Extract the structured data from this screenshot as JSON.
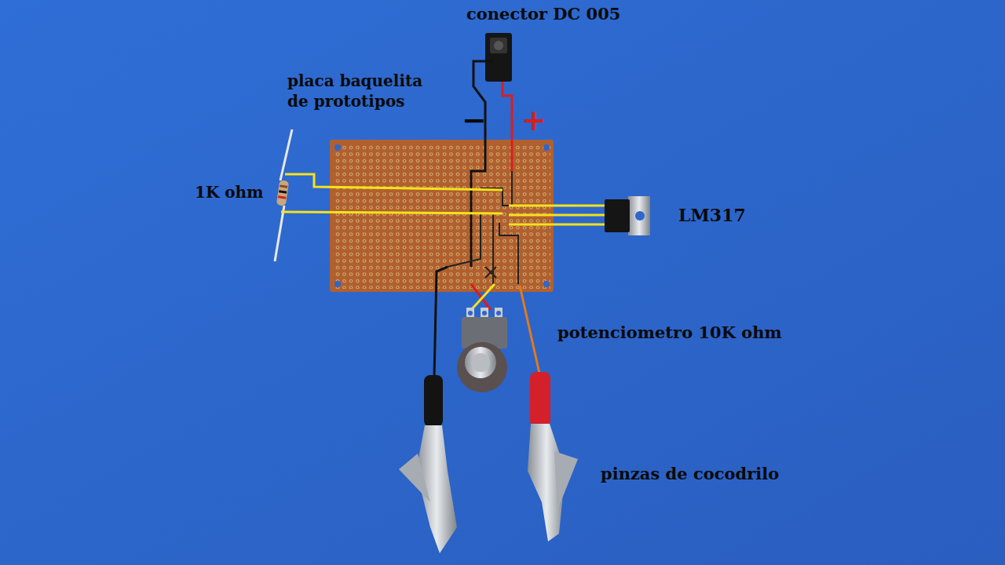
{
  "diagram": {
    "labels": [
      "conector DC 005",
      "placa baquelita de prototipos",
      "1K ohm",
      "LM317",
      "potenciometro 10K ohm",
      "pinzas de cocodrilo",
      "−",
      "+"
    ]
  }
}
